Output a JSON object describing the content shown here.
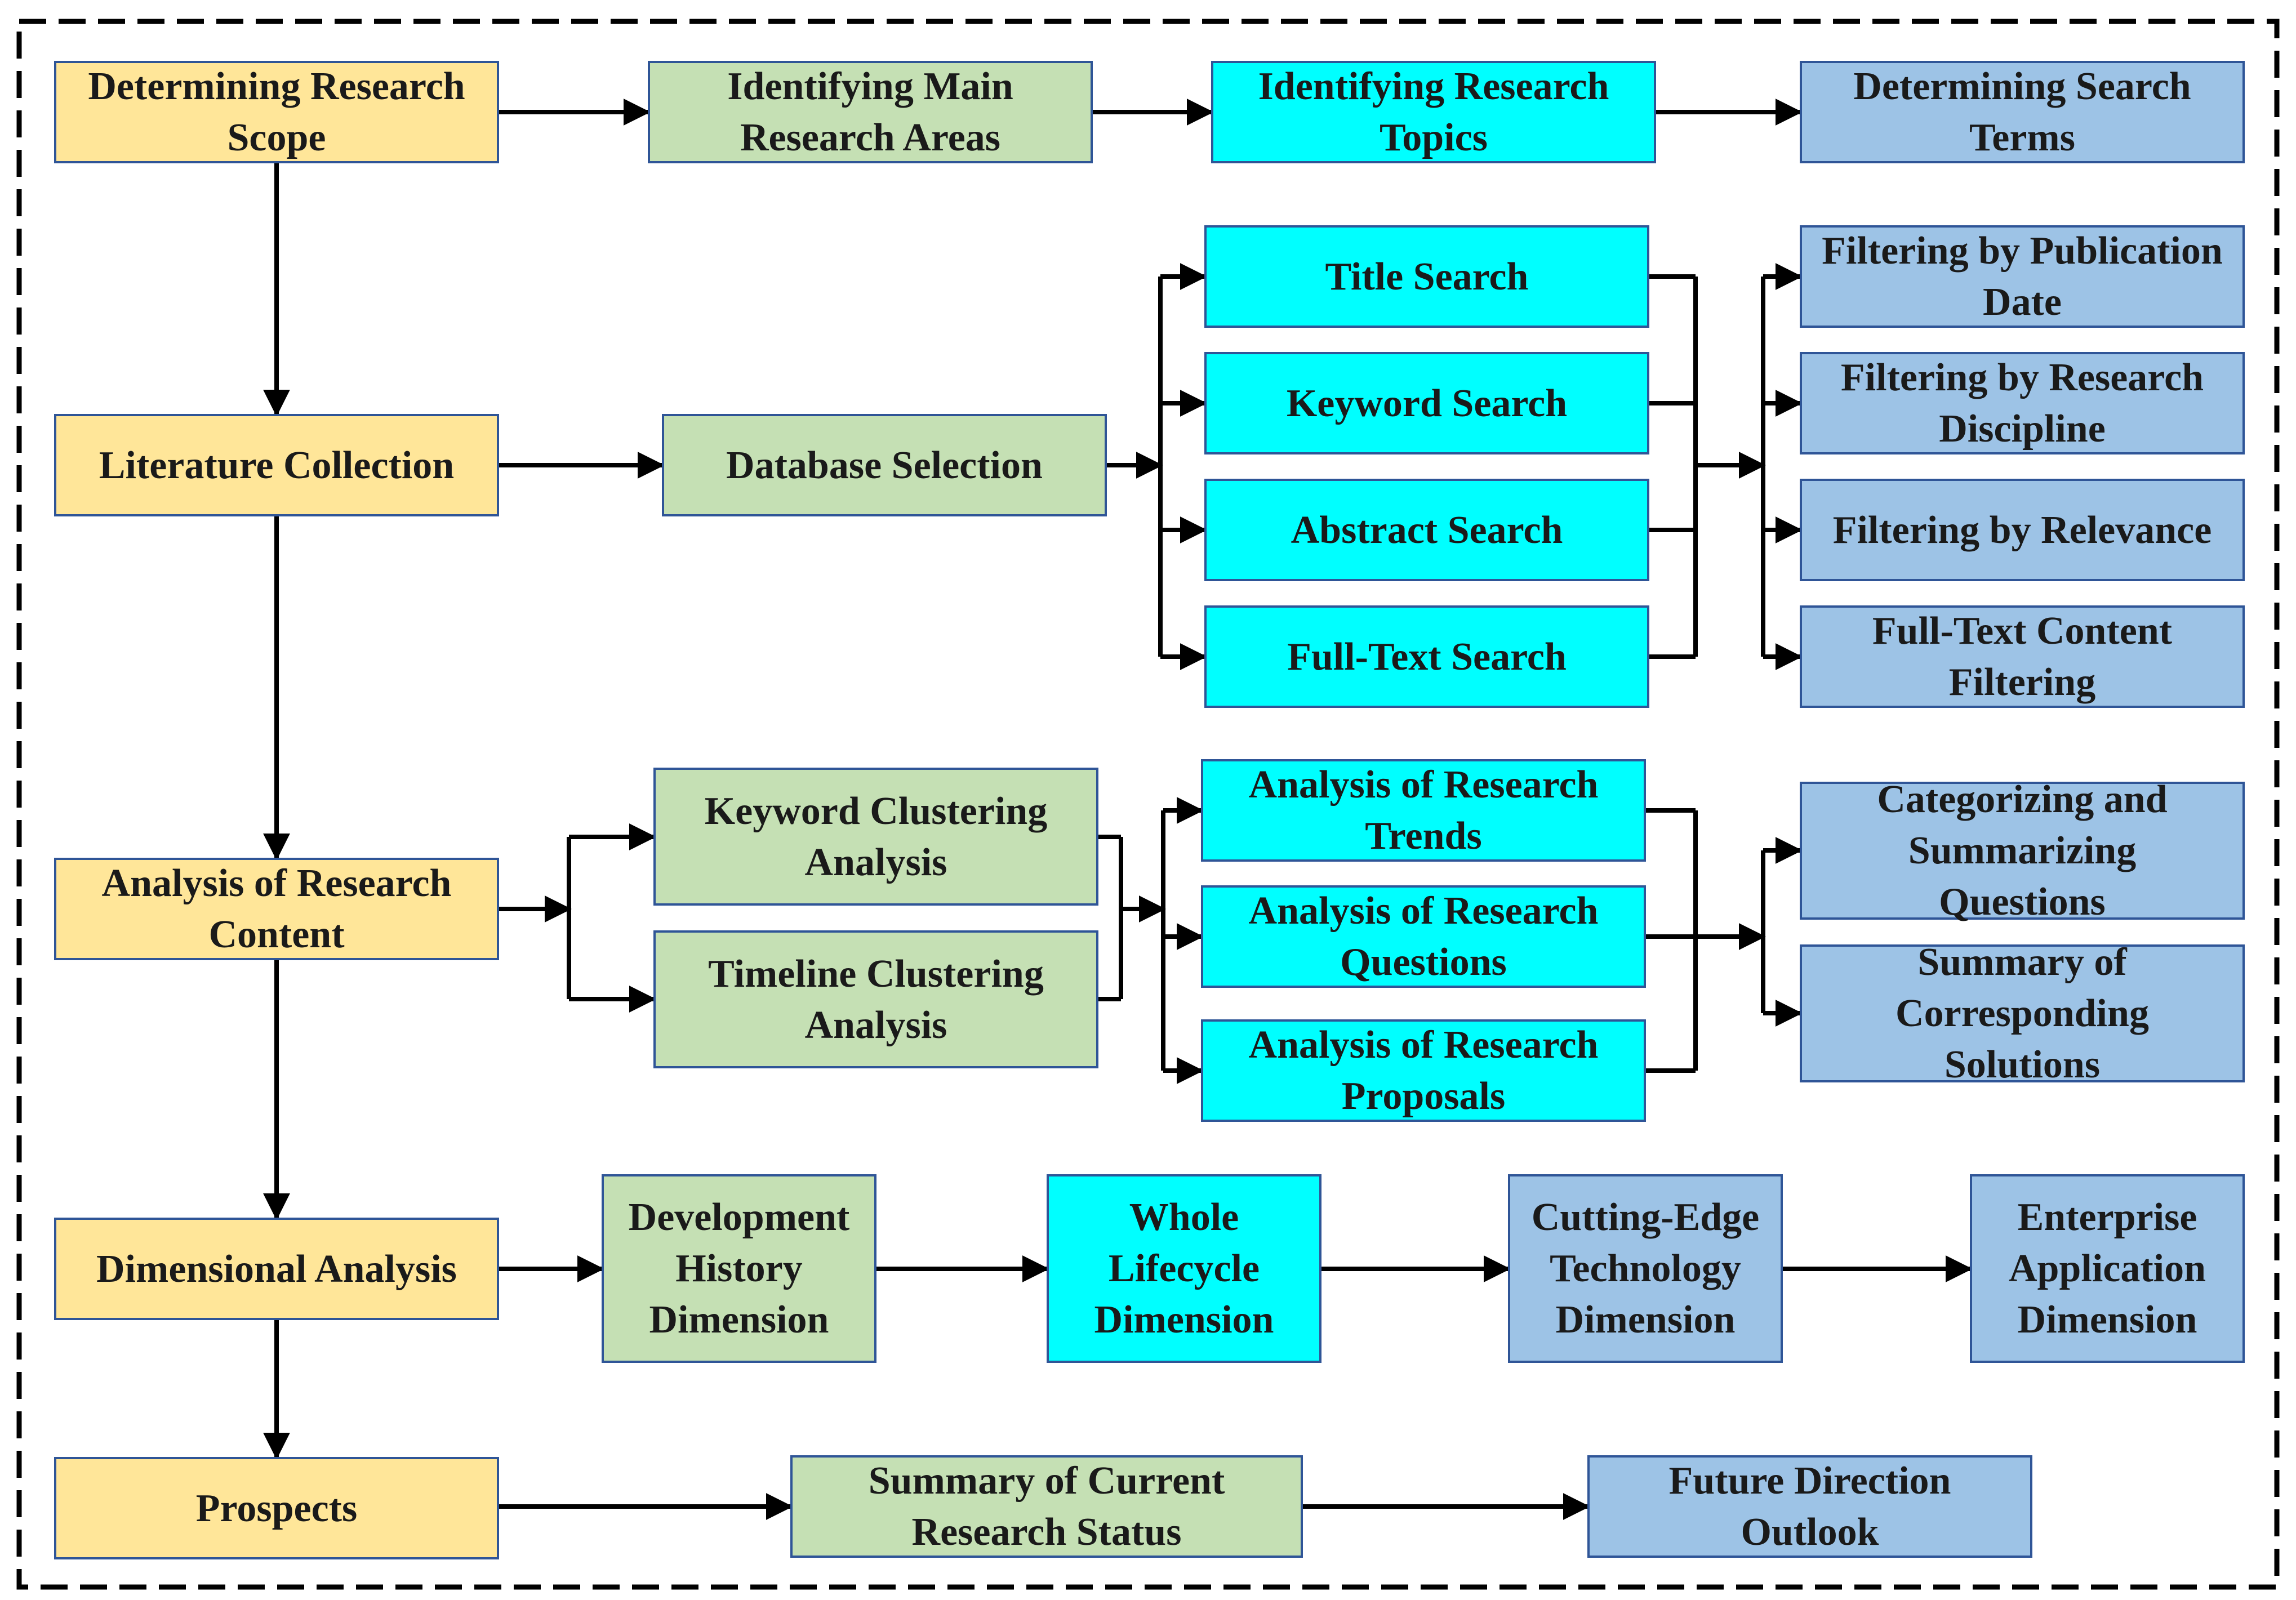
{
  "colors": {
    "stage": "#ffe699",
    "green": "#c5e0b4",
    "cyan": "#00ffff",
    "blue": "#9dc3e6",
    "border": "#2f5597",
    "connector": "#000000"
  },
  "stages": {
    "scope": "Determining Research\nScope",
    "collection": "Literature Collection",
    "content": "Analysis of Research\nContent",
    "dimensional": "Dimensional Analysis",
    "prospects": "Prospects"
  },
  "row1": {
    "main_areas": "Identifying Main\nResearch Areas",
    "topics": "Identifying Research\nTopics",
    "search_terms": "Determining Search\nTerms"
  },
  "row2": {
    "database": "Database Selection",
    "searches": [
      "Title Search",
      "Keyword Search",
      "Abstract Search",
      "Full-Text Search"
    ],
    "filters": [
      "Filtering by Publication\nDate",
      "Filtering by Research\nDiscipline",
      "Filtering by Relevance",
      "Full-Text Content\nFiltering"
    ]
  },
  "row3": {
    "clusterings": [
      "Keyword Clustering\nAnalysis",
      "Timeline Clustering\nAnalysis"
    ],
    "analyses": [
      "Analysis of Research\nTrends",
      "Analysis of Research\nQuestions",
      "Analysis of Research\nProposals"
    ],
    "summaries": [
      "Categorizing and\nSummarizing\nQuestions",
      "Summary of\nCorresponding\nSolutions"
    ]
  },
  "row4": {
    "history": "Development\nHistory\nDimension",
    "lifecycle": "Whole\nLifecycle\nDimension",
    "cutting_edge": "Cutting-Edge\nTechnology\nDimension",
    "enterprise": "Enterprise\nApplication\nDimension"
  },
  "row5": {
    "status": "Summary of Current\nResearch Status",
    "outlook": "Future Direction\nOutlook"
  }
}
